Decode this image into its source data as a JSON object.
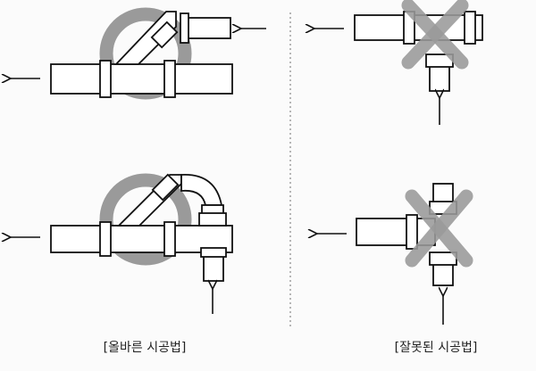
{
  "captions": {
    "correct": "[올바른 시공법]",
    "wrong": "[잘못된 시공법]"
  },
  "symbols": {
    "correct": "circle-mark",
    "wrong": "x-mark"
  },
  "colors": {
    "mark_fill": "#9a9a9a",
    "pipe_stroke": "#111111",
    "pipe_fill": "#ffffff",
    "divider": "#888888",
    "paper": "#fbfbfb"
  }
}
